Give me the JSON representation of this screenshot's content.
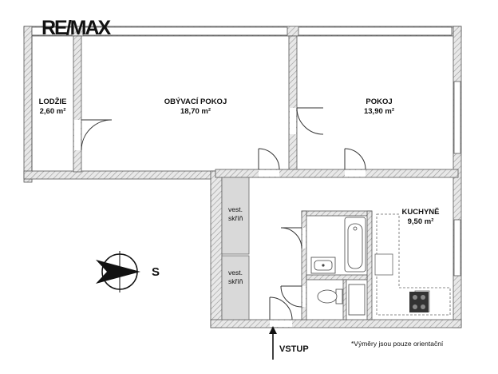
{
  "brand": {
    "logo_text": "RE/MAX"
  },
  "rooms": {
    "lodzie": {
      "name": "LODŽIE",
      "area": "2,60 m²"
    },
    "obyvaci": {
      "name": "OBÝVACÍ POKOJ",
      "area": "18,70 m²"
    },
    "pokoj": {
      "name": "POKOJ",
      "area": "13,90 m²"
    },
    "kuchyne": {
      "name": "KUCHYNĚ",
      "area": "9,50 m²"
    }
  },
  "closets": [
    {
      "line1": "vest.",
      "line2": "skříň"
    },
    {
      "line1": "vest.",
      "line2": "skříň"
    }
  ],
  "compass": {
    "label": "S"
  },
  "entrance": {
    "label": "VSTUP"
  },
  "footnote": "*Výměry jsou pouze orientační",
  "colors": {
    "wall_fill": "#e7e7e7",
    "wall_hatch": "#9a9a9a",
    "outline": "#555555",
    "closet_fill": "#d9d9d9"
  }
}
